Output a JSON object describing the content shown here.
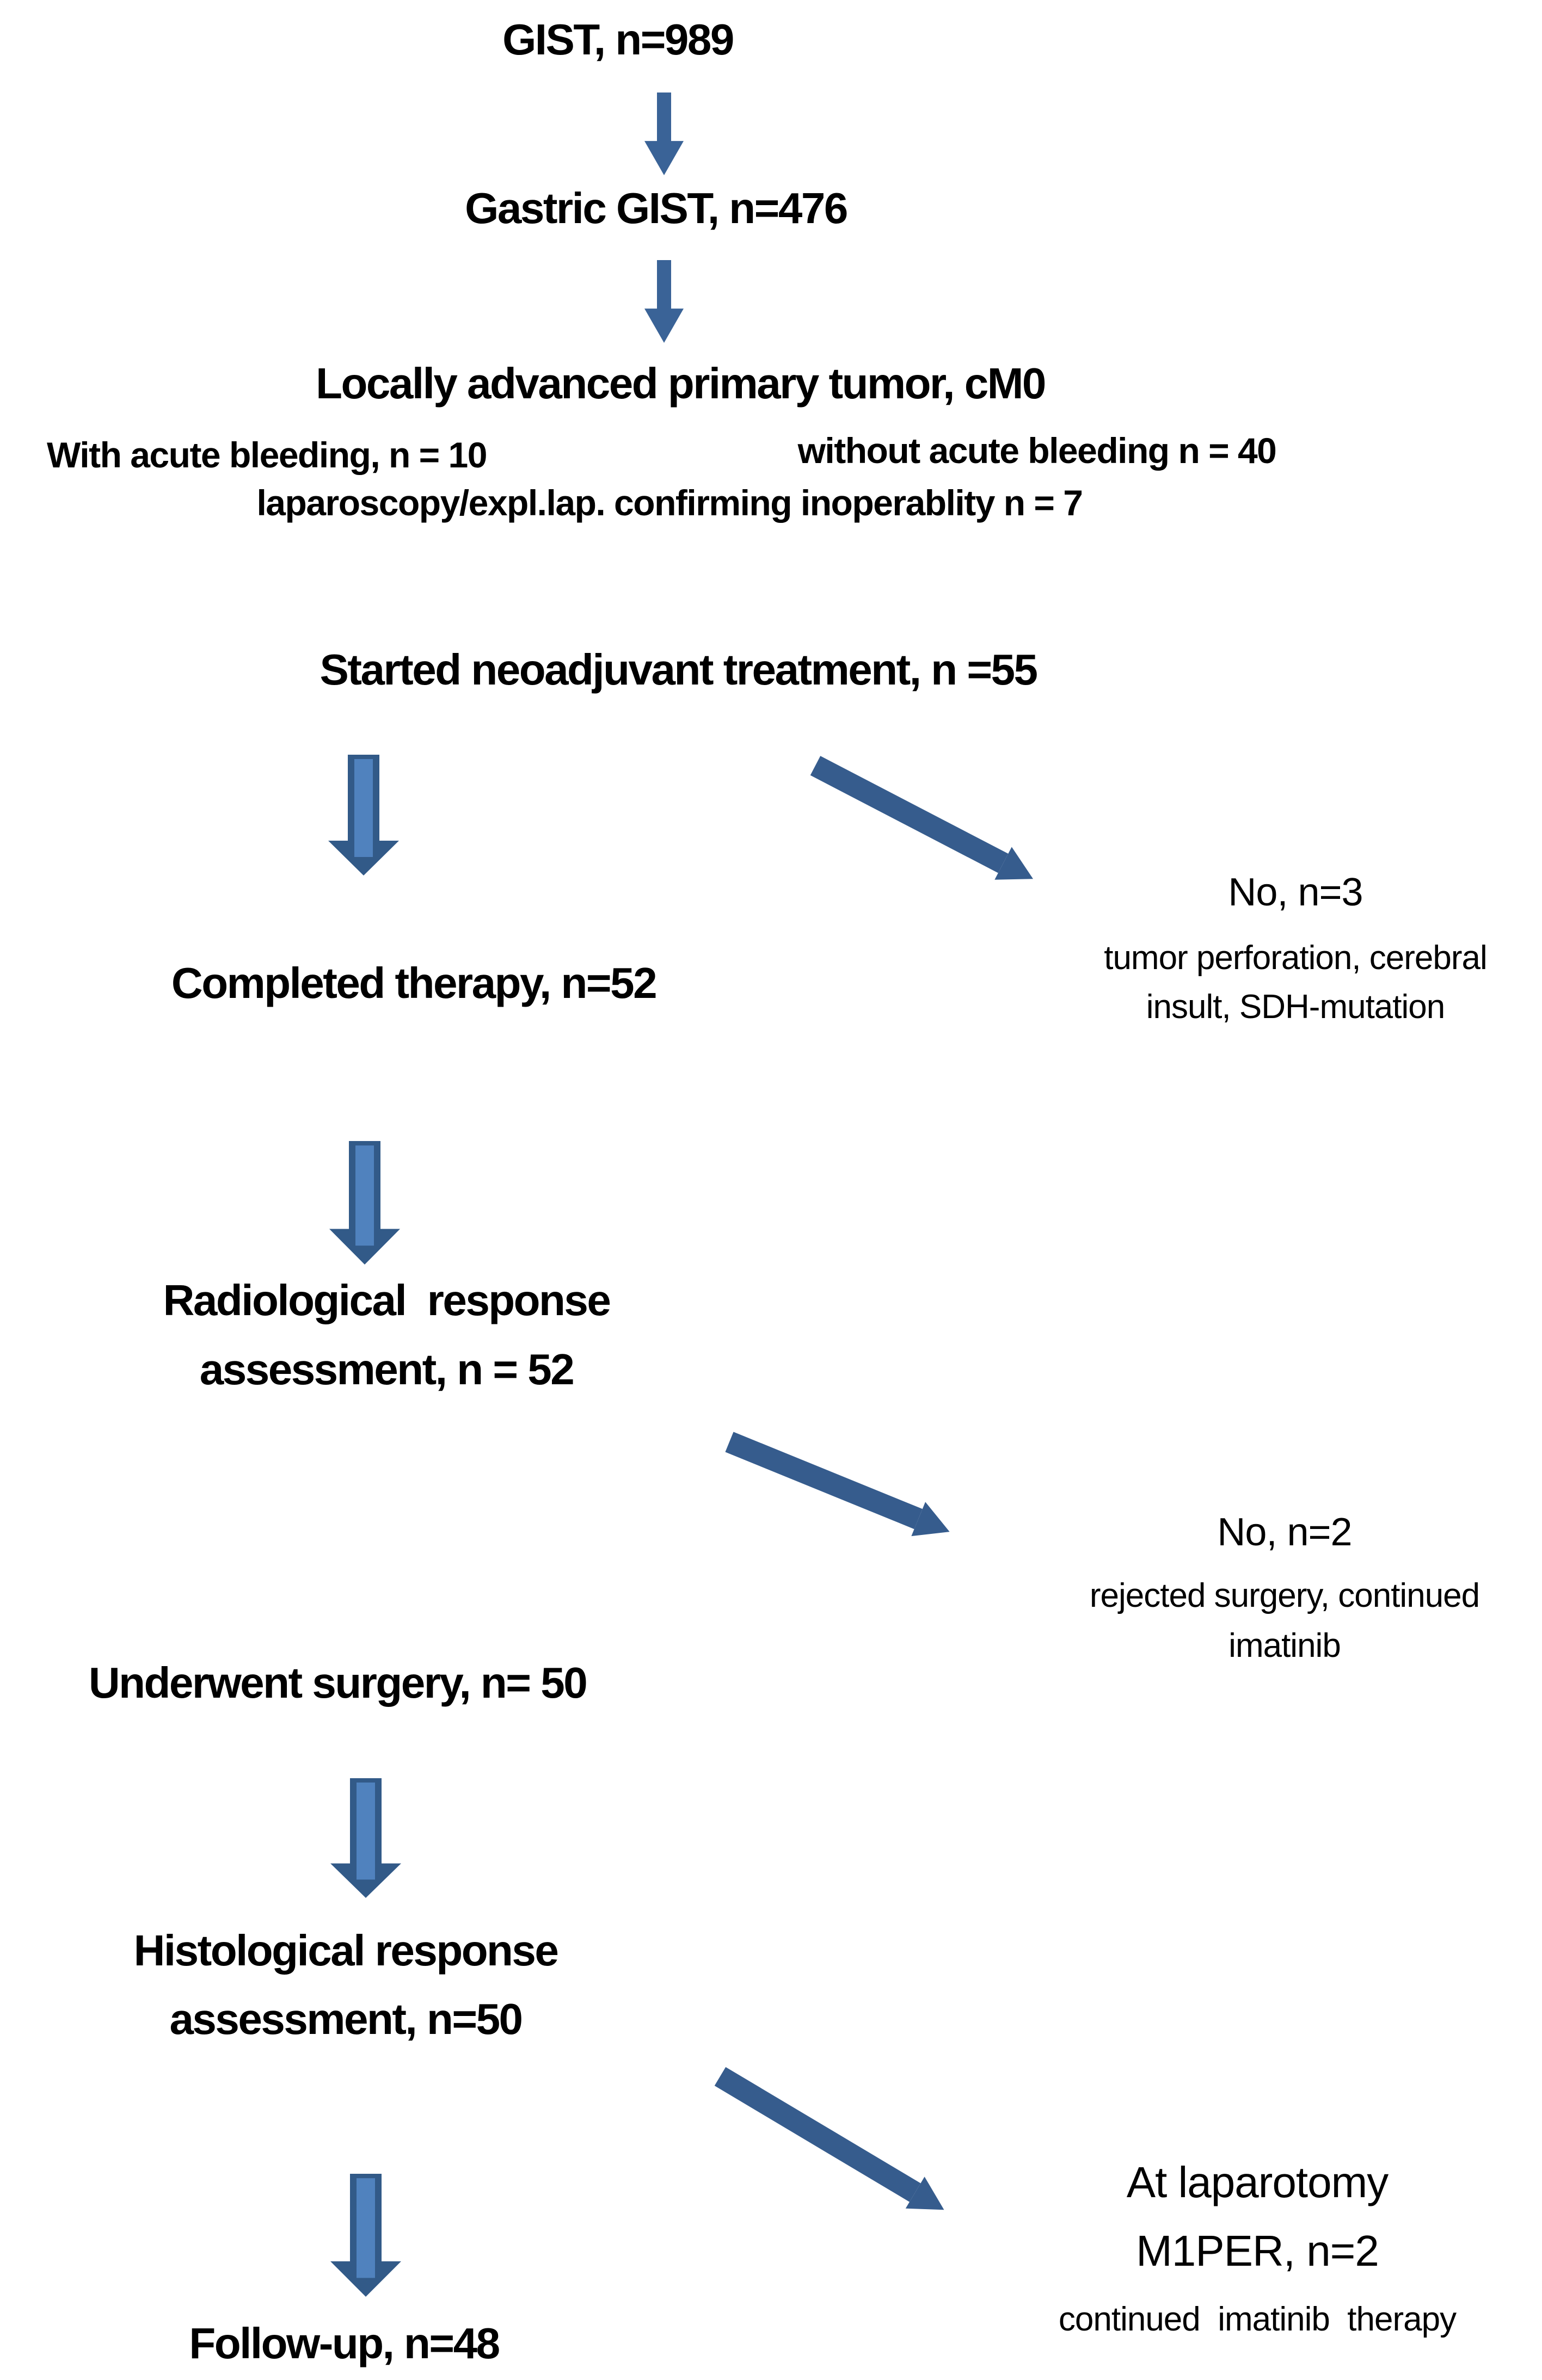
{
  "diagram": {
    "background": "#ffffff",
    "text_color": "#000000",
    "nodes": {
      "gist": "GIST, n=989",
      "gastric": "Gastric GIST, n=476",
      "locally_advanced": "Locally advanced primary tumor, cM0",
      "with_bleeding": "With acute bleeding, n = 10",
      "without_bleeding": "without acute bleeding n = 40",
      "laparoscopy": "laparoscopy/expl.lap. confirming inoperablity n = 7",
      "started": "Started neoadjuvant treatment, n =55",
      "completed": "Completed therapy, n=52",
      "radiological_line1": "Radiological  response",
      "radiological_line2": "assessment, n = 52",
      "underwent": "Underwent surgery, n= 50",
      "histological_line1": "Histological response",
      "histological_line2": "assessment, n=50",
      "followup": "Follow-up, n=48"
    },
    "exits": {
      "no3_title": "No, n=3",
      "no3_line1": "tumor perforation, cerebral",
      "no3_line2": "insult, SDH-mutation",
      "no2_title": "No, n=2",
      "no2_line1": "rejected surgery, continued",
      "no2_line2": "imatinib",
      "laparotomy_line1": "At laparotomy",
      "laparotomy_line2": "M1PER, n=2",
      "laparotomy_line3": "continued  imatinib  therapy"
    },
    "colors": {
      "thin_arrow": "#3A6397",
      "diagonal_arrow": "#365C8D",
      "block_arrow_border": "#325A88",
      "block_arrow_fill": "#5082BE"
    }
  }
}
